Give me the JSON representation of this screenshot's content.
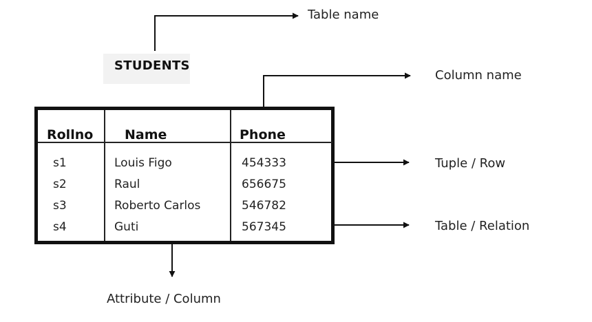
{
  "relation": {
    "title": "STUDENTS",
    "headers": [
      "Rollno",
      "Name",
      "Phone"
    ],
    "rollno": [
      "s1",
      "s2",
      "s3",
      "s4"
    ],
    "name": [
      "Louis  Figo",
      "Raul",
      "Roberto Carlos",
      "Guti"
    ],
    "phone": [
      "454333",
      "656675",
      "546782",
      "567345"
    ]
  },
  "callouts": {
    "table_name": "Table name",
    "column_name": "Column name",
    "tuple_row": "Tuple / Row",
    "table_relation": "Table / Relation",
    "attribute_column": "Attribute / Column"
  }
}
